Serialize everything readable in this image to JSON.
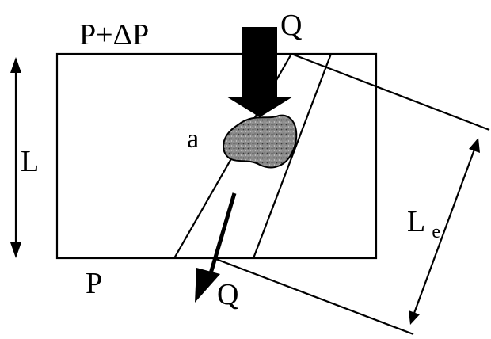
{
  "labels": {
    "top_pressure": "P+ΔP",
    "bottom_pressure": "P",
    "flow_in": "Q",
    "flow_out": "Q",
    "length": "L",
    "effective_length_main": "L",
    "effective_length_sub": "e",
    "particle": "a"
  },
  "colors": {
    "ink": "#000000",
    "particle_fill": "#8a8a8a",
    "background": "#ffffff"
  },
  "icons": {
    "flow_in_arrow": "thick-arrow-down-icon",
    "flow_out_arrow": "arrow-down-left-icon",
    "length_arrow": "double-arrow-vertical-icon",
    "effective_length_arrow": "double-arrow-diagonal-icon"
  }
}
